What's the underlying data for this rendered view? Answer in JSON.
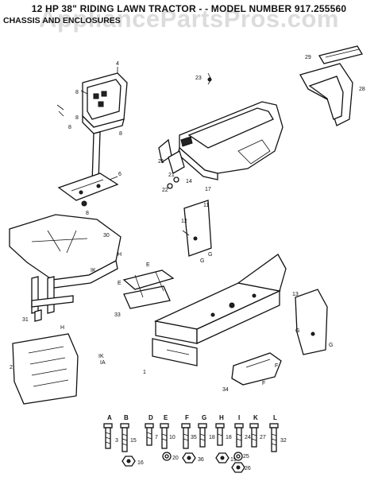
{
  "header": {
    "title": "12 HP 38\" RIDING LAWN TRACTOR - - MODEL NUMBER 917.255560",
    "subtitle": "CHASSIS AND ENCLOSURES"
  },
  "watermark": "AppliancePartsPros.com",
  "callouts": {
    "p4": "4",
    "p8a": "8",
    "p8b": "8",
    "p8c": "8",
    "p6": "6",
    "p8d": "8",
    "p8e": "8",
    "p23": "23",
    "p29": "29",
    "p28": "28",
    "p21a": "21",
    "p21b": "21",
    "p22": "22",
    "p14": "14",
    "p17": "17",
    "p11": "11",
    "p12": "12",
    "p30": "30",
    "p31": "31",
    "p2": "2",
    "p33": "33",
    "p13": "13",
    "p1": "1",
    "p34": "34",
    "pG1": "G",
    "pG2": "G",
    "pG3": "G",
    "pG4": "G",
    "pH1": "H",
    "pH2": "H",
    "pIK": "IK",
    "pIA": "IA",
    "pIK2": "IK",
    "pE1": "E",
    "pE2": "E",
    "pF1": "F",
    "pF2": "F"
  },
  "hardware": [
    {
      "letter": "A",
      "num": "3"
    },
    {
      "letter": "B",
      "num": "15"
    },
    {
      "letter": "D",
      "num": "7"
    },
    {
      "letter": "E",
      "num": "10"
    },
    {
      "letter": "F",
      "num": "35"
    },
    {
      "letter": "G",
      "num": "18"
    },
    {
      "letter": "H",
      "num": "18"
    },
    {
      "letter": "I",
      "num": "24"
    },
    {
      "letter": "K",
      "num": "27"
    },
    {
      "letter": "L",
      "num": "32"
    }
  ],
  "nuts": [
    {
      "num": "16"
    },
    {
      "num": "20"
    },
    {
      "num": "36"
    },
    {
      "num": "19"
    },
    {
      "num": "25"
    },
    {
      "num": "26"
    }
  ]
}
